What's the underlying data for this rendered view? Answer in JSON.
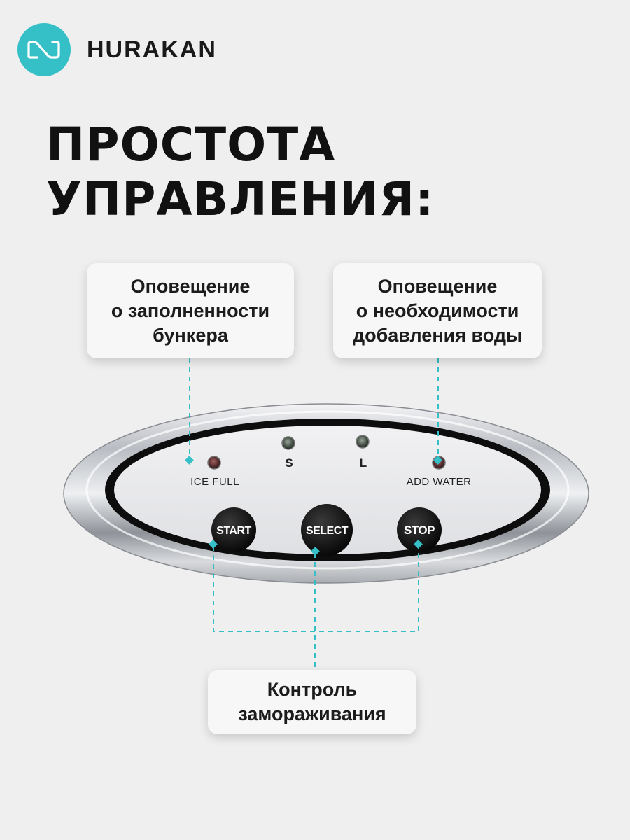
{
  "brand": {
    "logo_icon": "hurakan-logo-icon",
    "name": "HURAKAN",
    "accent_color": "#35c0c8"
  },
  "headline": {
    "line1": "ПРОСТОТА",
    "line2": "УПРАВЛЕНИЯ:"
  },
  "callouts": {
    "ice_full": {
      "line1": "Оповещение",
      "line2": "о заполненности",
      "line3": "бункера"
    },
    "add_water": {
      "line1": "Оповещение",
      "line2": "о необходимости",
      "line3": "добавления воды"
    },
    "freeze": {
      "line1": "Контроль",
      "line2": "замораживания"
    }
  },
  "panel": {
    "indicators": {
      "ice_full": "ICE FULL",
      "small": "S",
      "large": "L",
      "add_water": "ADD WATER"
    },
    "buttons": {
      "start": "START",
      "select": "SELECT",
      "stop": "STOP"
    }
  }
}
